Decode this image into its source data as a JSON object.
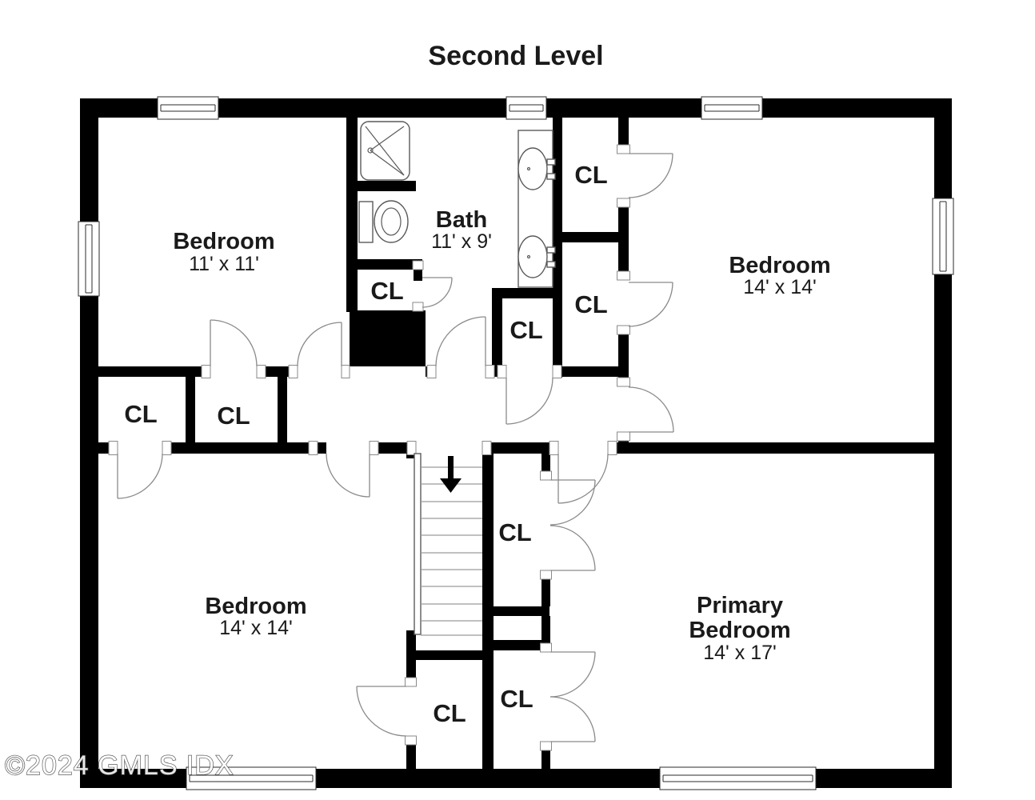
{
  "title": "Second Level",
  "watermark": "©2024 GMLS IDX",
  "rooms": {
    "bedroom_top_left": {
      "name": "Bedroom",
      "dims": "11' x 11'"
    },
    "bath": {
      "name": "Bath",
      "dims": "11' x 9'"
    },
    "bedroom_top_right": {
      "name": "Bedroom",
      "dims": "14' x 14'"
    },
    "bedroom_bottom_left": {
      "name": "Bedroom",
      "dims": "14' x 14'"
    },
    "primary_bedroom": {
      "name_line1": "Primary",
      "name_line2": "Bedroom",
      "dims": "14' x 17'"
    }
  },
  "closets": {
    "label": "CL",
    "count": 9
  },
  "stairs": {
    "direction": "down"
  }
}
